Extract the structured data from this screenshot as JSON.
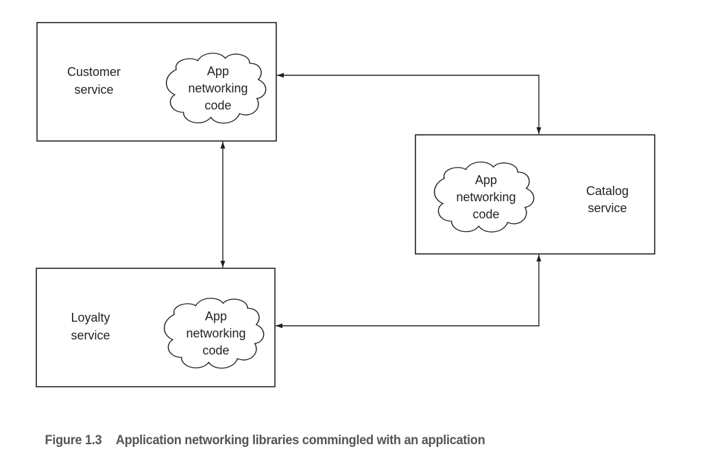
{
  "figure": {
    "number": "Figure 1.3",
    "caption": "Application networking libraries commingled with an application"
  },
  "services": {
    "customer": {
      "line1": "Customer",
      "line2": "service",
      "cloud": {
        "line1": "App",
        "line2": "networking",
        "line3": "code"
      }
    },
    "catalog": {
      "line1": "Catalog",
      "line2": "service",
      "cloud": {
        "line1": "App",
        "line2": "networking",
        "line3": "code"
      }
    },
    "loyalty": {
      "line1": "Loyalty",
      "line2": "service",
      "cloud": {
        "line1": "App",
        "line2": "networking",
        "line3": "code"
      }
    }
  },
  "connections": [
    {
      "from": "customer",
      "to": "catalog",
      "direction": "bidirectional"
    },
    {
      "from": "customer",
      "to": "loyalty",
      "direction": "bidirectional"
    },
    {
      "from": "loyalty",
      "to": "catalog",
      "direction": "bidirectional"
    }
  ],
  "colors": {
    "stroke": "#231f20",
    "caption": "#555555"
  }
}
